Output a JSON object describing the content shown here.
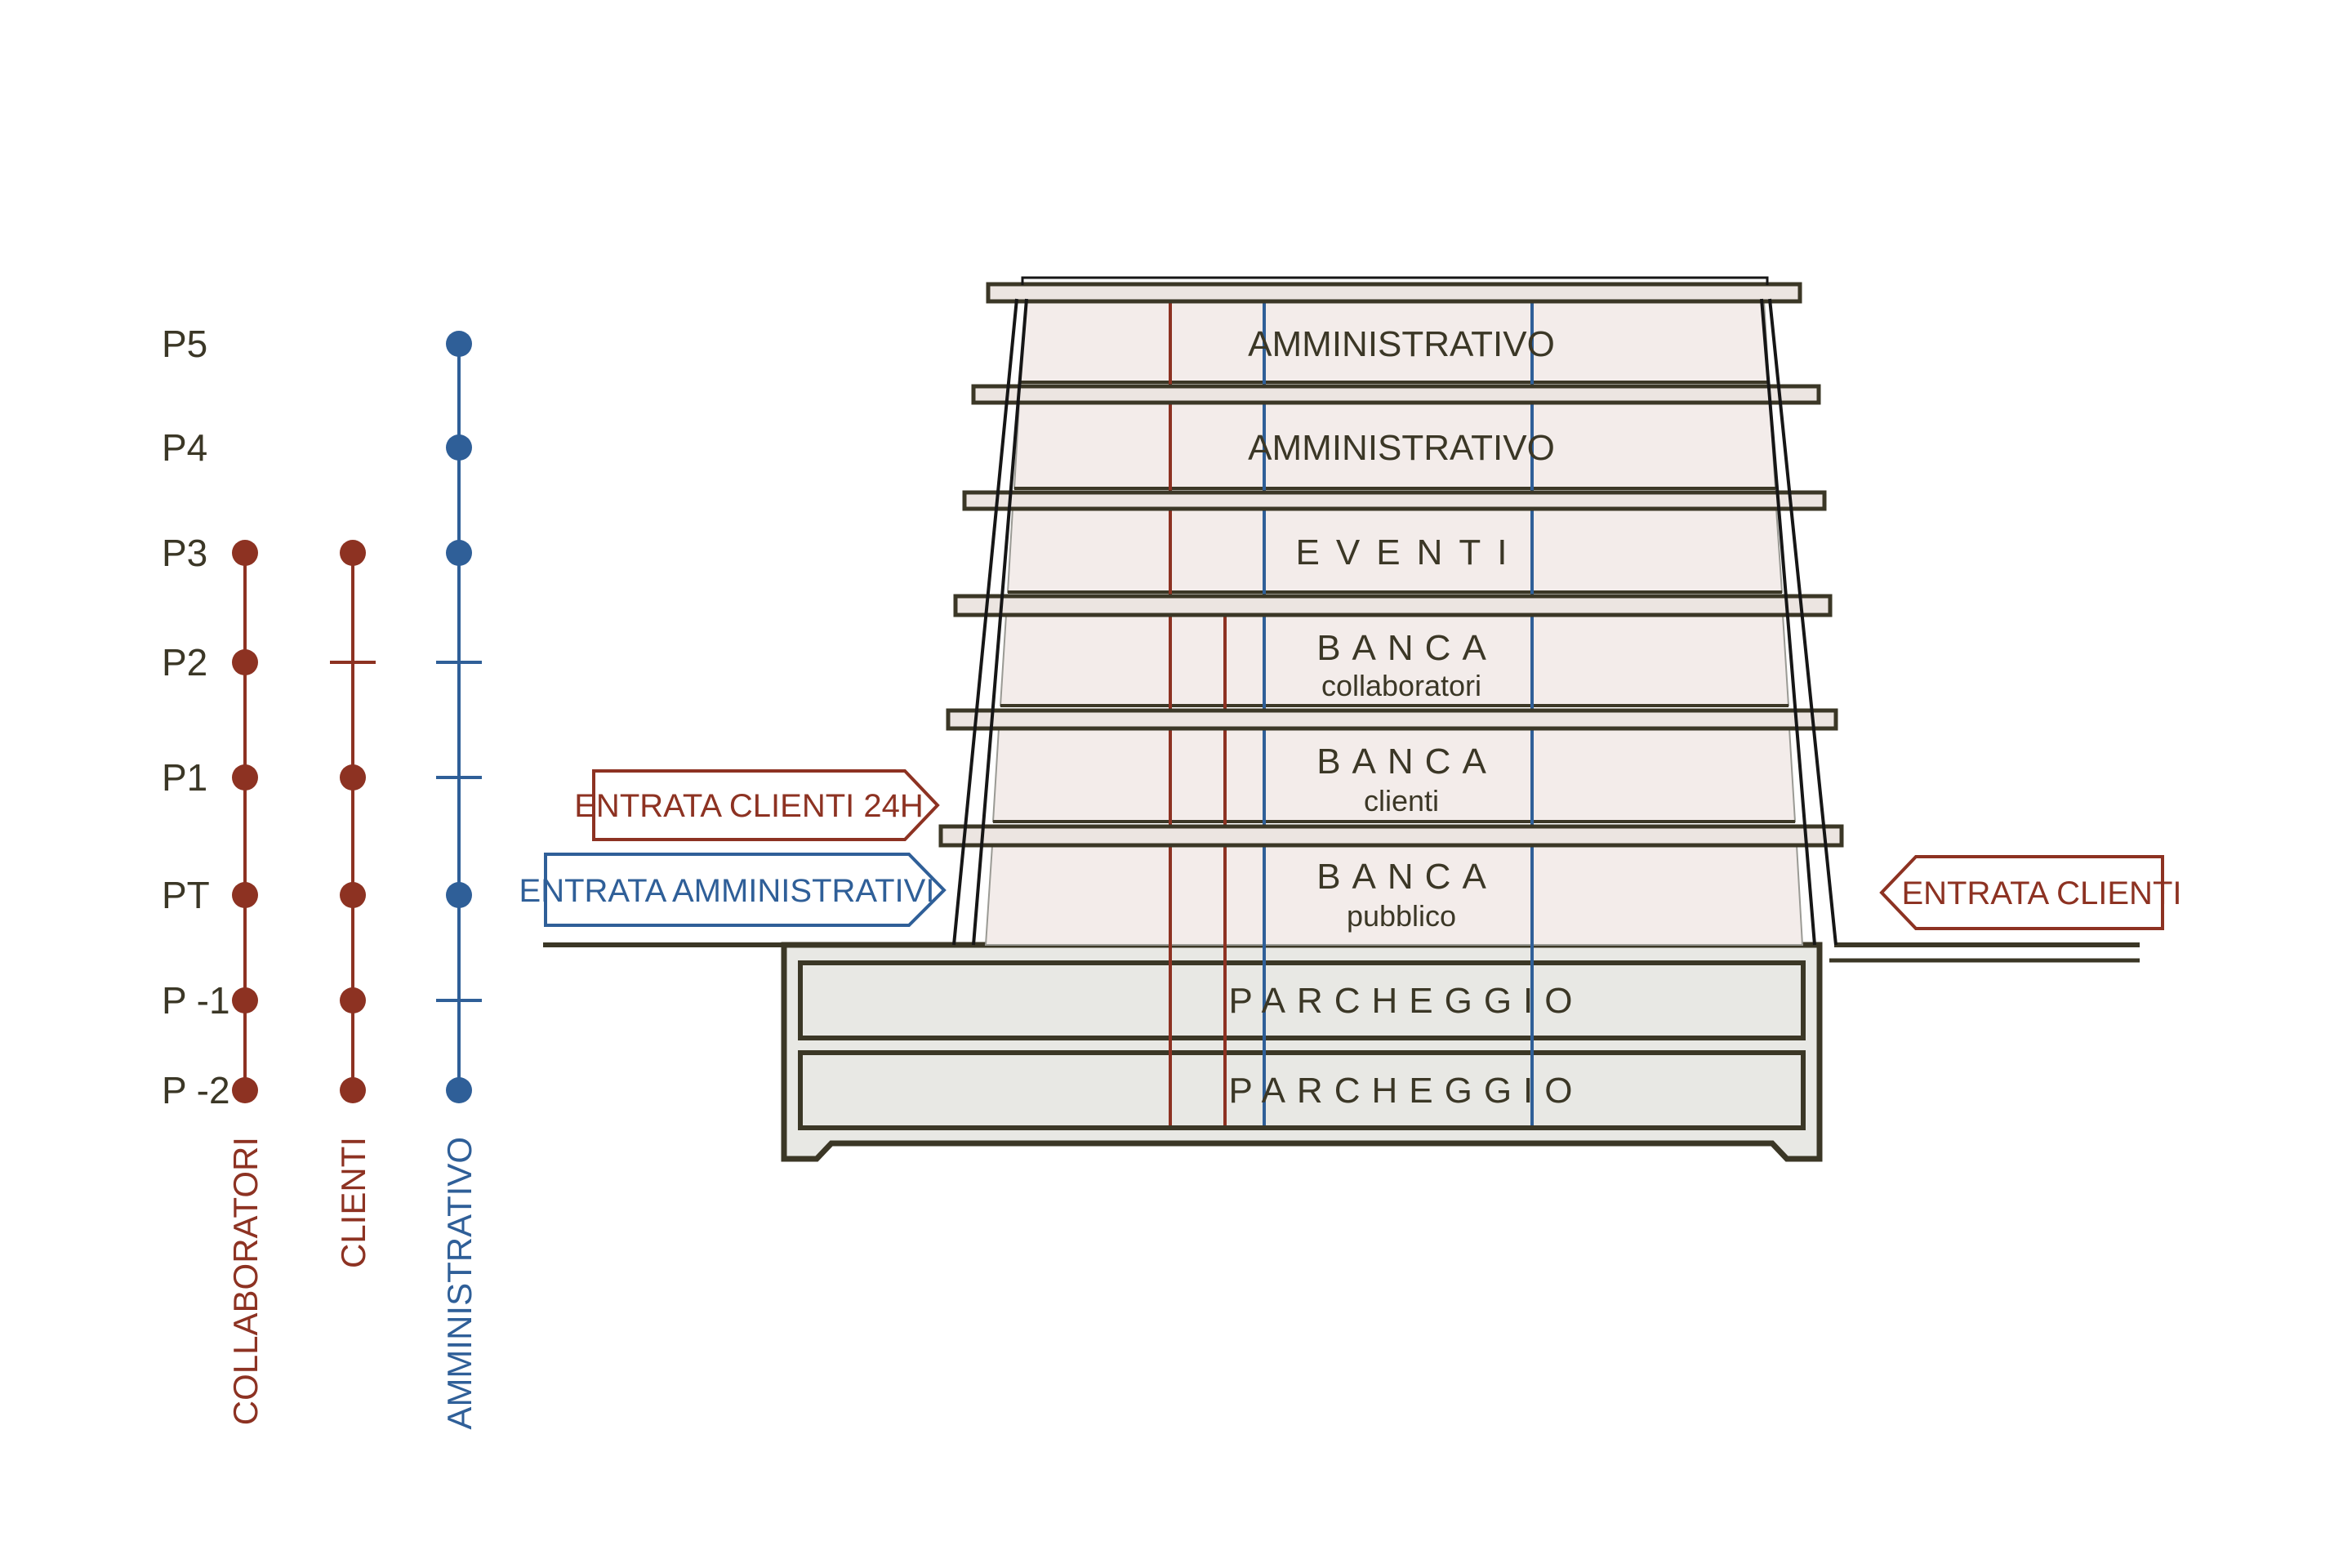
{
  "title": "Building section circulation diagram",
  "colors": {
    "red": "#8d3222",
    "blue": "#2f5f98",
    "dark": "#3b3726",
    "wall_black": "#161616",
    "floor_fill": "#f3ecea",
    "slab_fill": "#ece5e1",
    "parking_fill": "#e8e8e4",
    "gray_border": "#9a9a94"
  },
  "legend": {
    "levels": [
      {
        "label": "P5"
      },
      {
        "label": "P4"
      },
      {
        "label": "P3"
      },
      {
        "label": "P2"
      },
      {
        "label": "P1"
      },
      {
        "label": "PT"
      },
      {
        "label": "P -1"
      },
      {
        "label": "P -2"
      }
    ],
    "columns": [
      {
        "label": "COLLABORATORI",
        "color": "#8d3222"
      },
      {
        "label": "CLIENTI",
        "color": "#8d3222"
      },
      {
        "label": "AMMINISTRATIVO",
        "color": "#2f5f98"
      }
    ]
  },
  "building": {
    "floors": [
      {
        "label": "AMMINISTRATIVO",
        "sublabel": ""
      },
      {
        "label": "AMMINISTRATIVO",
        "sublabel": ""
      },
      {
        "label": "EVENTI",
        "sublabel": ""
      },
      {
        "label": "BANCA",
        "sublabel": "collaboratori"
      },
      {
        "label": "BANCA",
        "sublabel": "clienti"
      },
      {
        "label": "BANCA",
        "sublabel": "pubblico"
      }
    ],
    "basement": [
      {
        "label": "PARCHEGGIO"
      },
      {
        "label": "PARCHEGGIO"
      }
    ]
  },
  "banners": {
    "clienti24h": "ENTRATA CLIENTI  24H",
    "amministrativi": "ENTRATA AMMINISTRATIVI",
    "clienti": "ENTRATA CLIENTI"
  }
}
